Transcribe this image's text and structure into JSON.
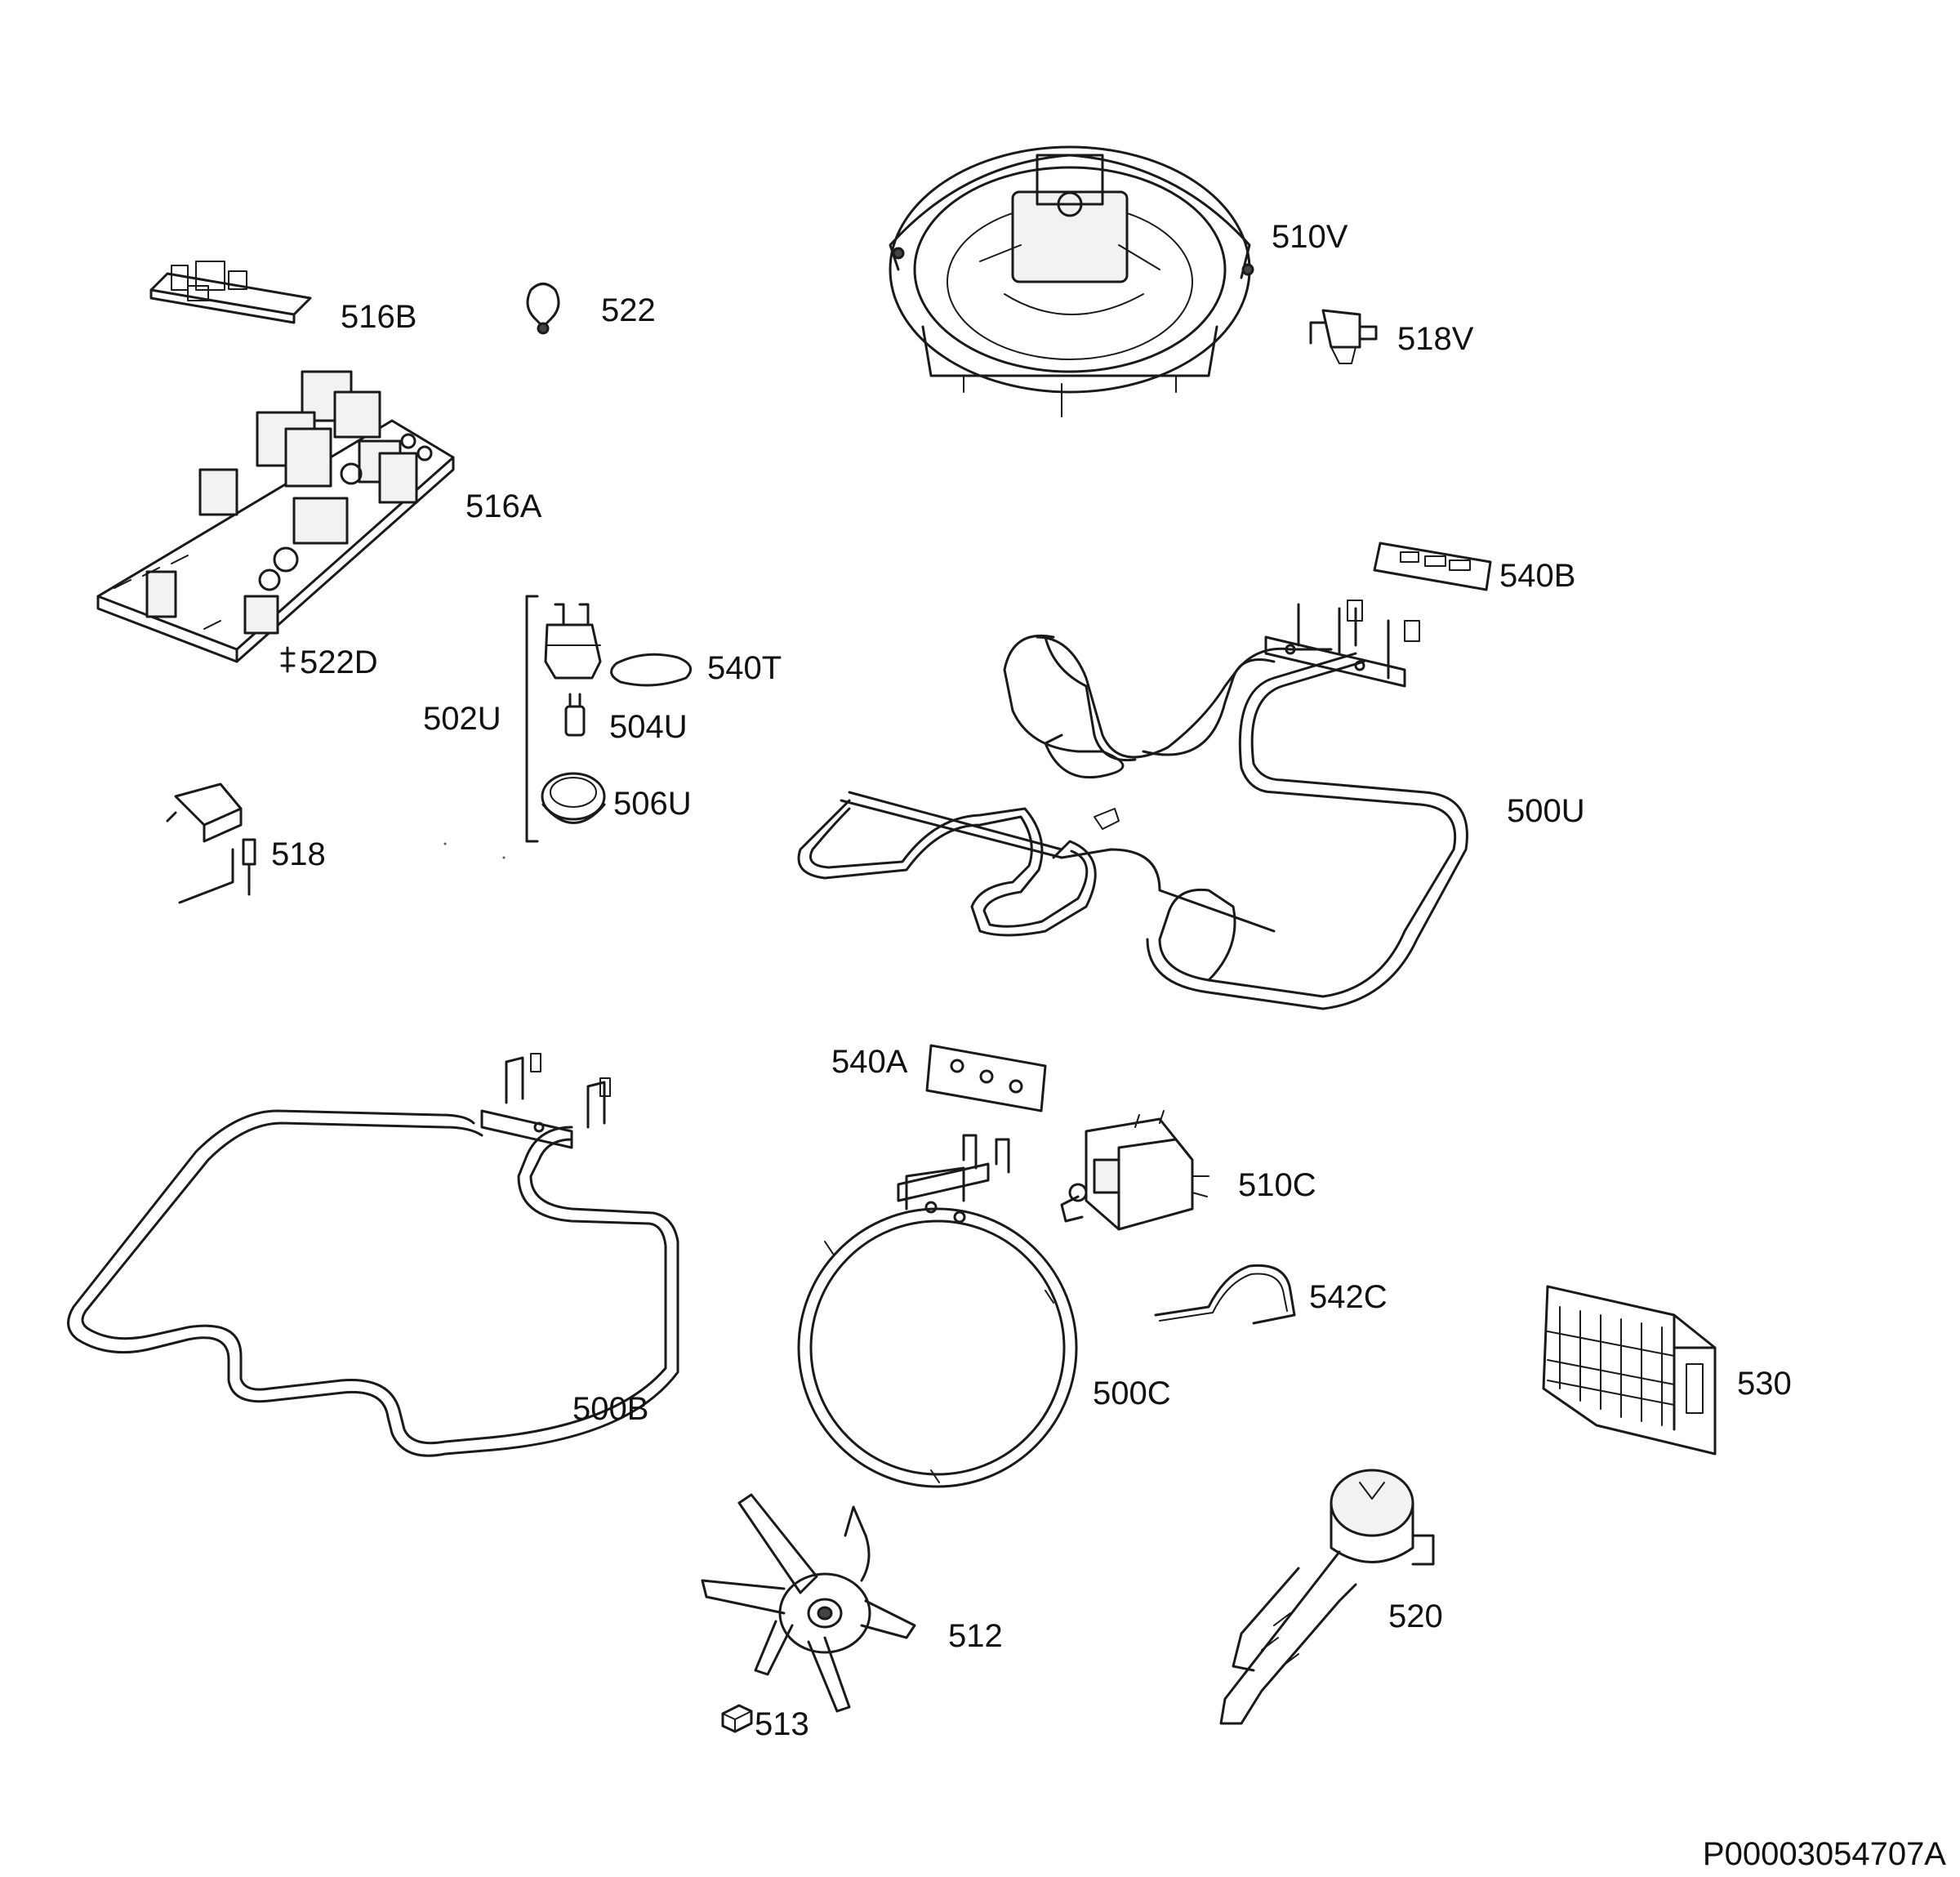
{
  "labels": {
    "l510V": "510V",
    "l516B": "516B",
    "l522": "522",
    "l518V": "518V",
    "l516A": "516A",
    "l540B": "540B",
    "l522D": "522D",
    "l540T": "540T",
    "l502U": "502U",
    "l504U": "504U",
    "l506U": "506U",
    "l500U": "500U",
    "l518": "518",
    "l540A": "540A",
    "l510C": "510C",
    "l542C": "542C",
    "l500B": "500B",
    "l500C": "500C",
    "l530": "530",
    "l520": "520",
    "l512": "512",
    "l513": "513"
  },
  "document_id": "P00003054707A"
}
